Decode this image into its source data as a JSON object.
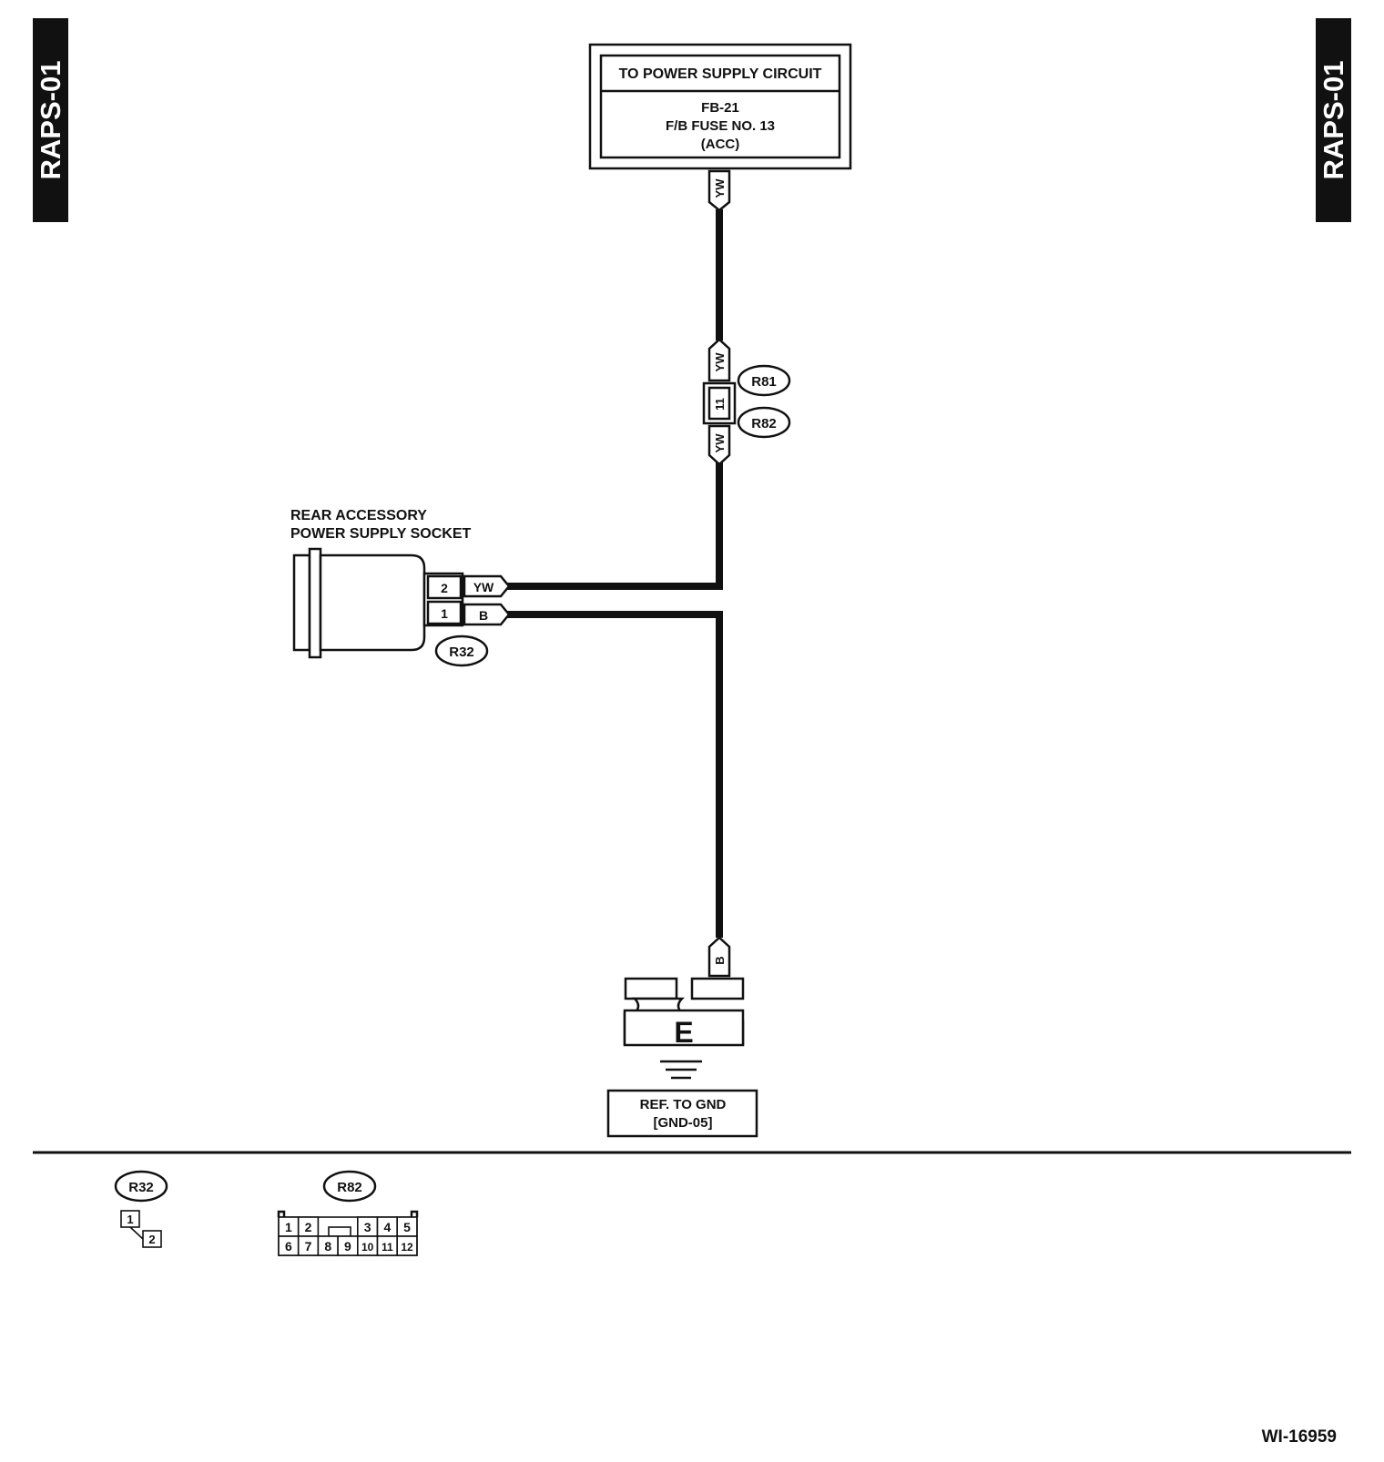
{
  "side_tab": {
    "left": "RAPS-01",
    "right": "RAPS-01"
  },
  "power_box": {
    "title": "TO POWER SUPPLY CIRCUIT",
    "line1": "FB-21",
    "line2": "F/B FUSE NO. 13",
    "line3": "(ACC)"
  },
  "wires": {
    "top_tag": "YW",
    "r81_upper_tag": "YW",
    "joint_pin": "11",
    "r82_lower_tag": "YW",
    "socket_pin2_tag": "YW",
    "socket_pin1_tag": "B",
    "ground_tag": "B"
  },
  "connectors": {
    "r81": "R81",
    "r82": "R82",
    "r32": "R32"
  },
  "socket": {
    "label_line1": "REAR ACCESSORY",
    "label_line2": "POWER SUPPLY SOCKET",
    "pin_top": "2",
    "pin_bottom": "1"
  },
  "ground": {
    "letter": "E",
    "ref_line1": "REF. TO GND",
    "ref_line2": "[GND-05]"
  },
  "legend": {
    "r32_label": "R32",
    "r32_pins": [
      "1",
      "2"
    ],
    "r82_label": "R82",
    "r82_row1": [
      "1",
      "2",
      "3",
      "4",
      "5"
    ],
    "r82_row2": [
      "6",
      "7",
      "8",
      "9",
      "10",
      "11",
      "12"
    ]
  },
  "figure_id": "WI-16959"
}
